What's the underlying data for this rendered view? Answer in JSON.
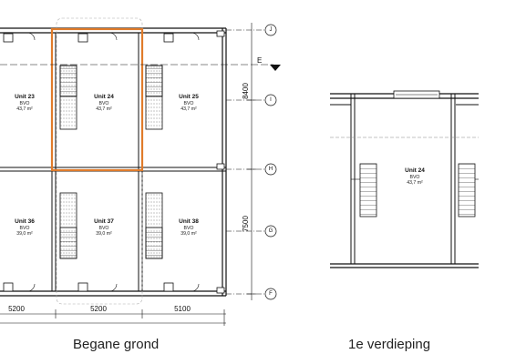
{
  "captions": {
    "ground_floor": "Begane grond",
    "first_floor": "1e verdieping"
  },
  "units": [
    {
      "id": "u23",
      "name": "Unit 23",
      "label": "BVO",
      "area": "43,7 m²"
    },
    {
      "id": "u24",
      "name": "Unit 24",
      "label": "BVO",
      "area": "43,7 m²"
    },
    {
      "id": "u25",
      "name": "Unit 25",
      "label": "BVO",
      "area": "43,7 m²"
    },
    {
      "id": "u36",
      "name": "Unit 36",
      "label": "BVO",
      "area": "39,0 m²"
    },
    {
      "id": "u37",
      "name": "Unit 37",
      "label": "BVO",
      "area": "39,0 m²"
    },
    {
      "id": "u38",
      "name": "Unit 38",
      "label": "BVO",
      "area": "39,0 m²"
    }
  ],
  "upper_unit": {
    "name": "Unit 24",
    "label": "BVO",
    "area": "43,7 m²"
  },
  "dimensions": {
    "bottom": [
      "5200",
      "5200",
      "5100"
    ],
    "right": [
      "8400",
      "7500"
    ]
  },
  "grid_labels": [
    "J",
    "I",
    "H",
    "G",
    "F"
  ],
  "section_mark": "E",
  "highlight_color": "#e07b2a"
}
